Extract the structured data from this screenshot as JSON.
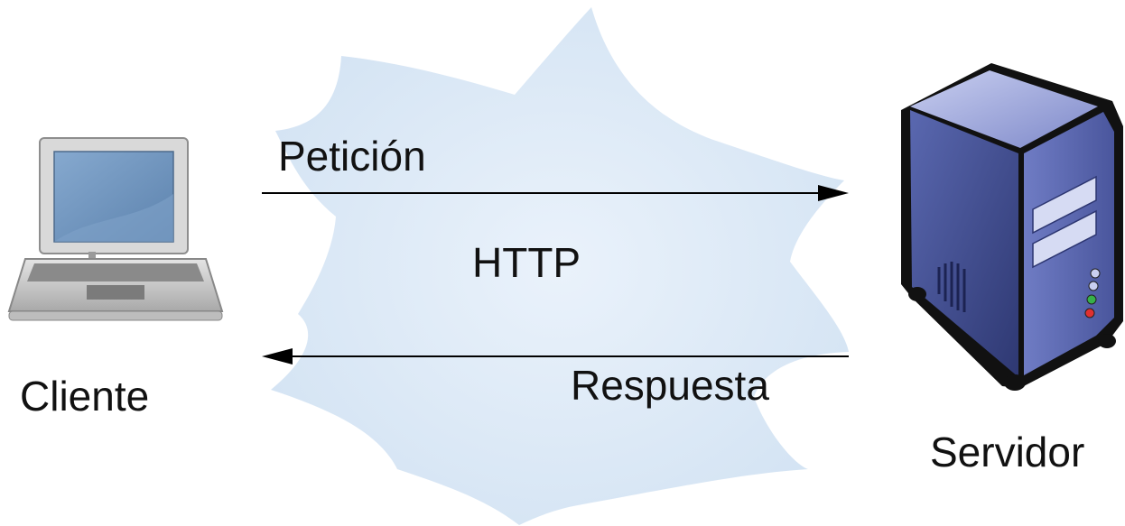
{
  "diagram": {
    "network_label": "HTTP",
    "request_label": "Petición",
    "response_label": "Respuesta",
    "client": {
      "label": "Cliente",
      "icon": "laptop-icon"
    },
    "server": {
      "label": "Servidor",
      "icon": "server-tower-icon"
    },
    "colors": {
      "cloud": "#dbe8f5",
      "server_body": "#3e4a8a",
      "laptop_body": "#d4d4d4",
      "laptop_screen": "#6f95bd",
      "text": "#111111",
      "arrow": "#000000"
    }
  }
}
